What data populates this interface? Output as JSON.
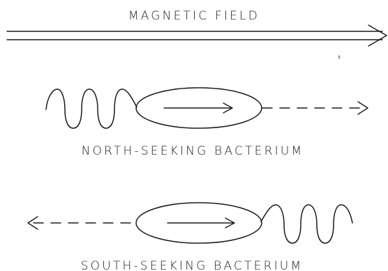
{
  "field_label": "MAGNETIC FIELD",
  "north_label": "NORTH-SEEKING BACTERIUM",
  "south_label": "SOUTH-SEEKING BACTERIUM",
  "colors": {
    "ink": "#1a1a1a",
    "background": "#ffffff"
  }
}
